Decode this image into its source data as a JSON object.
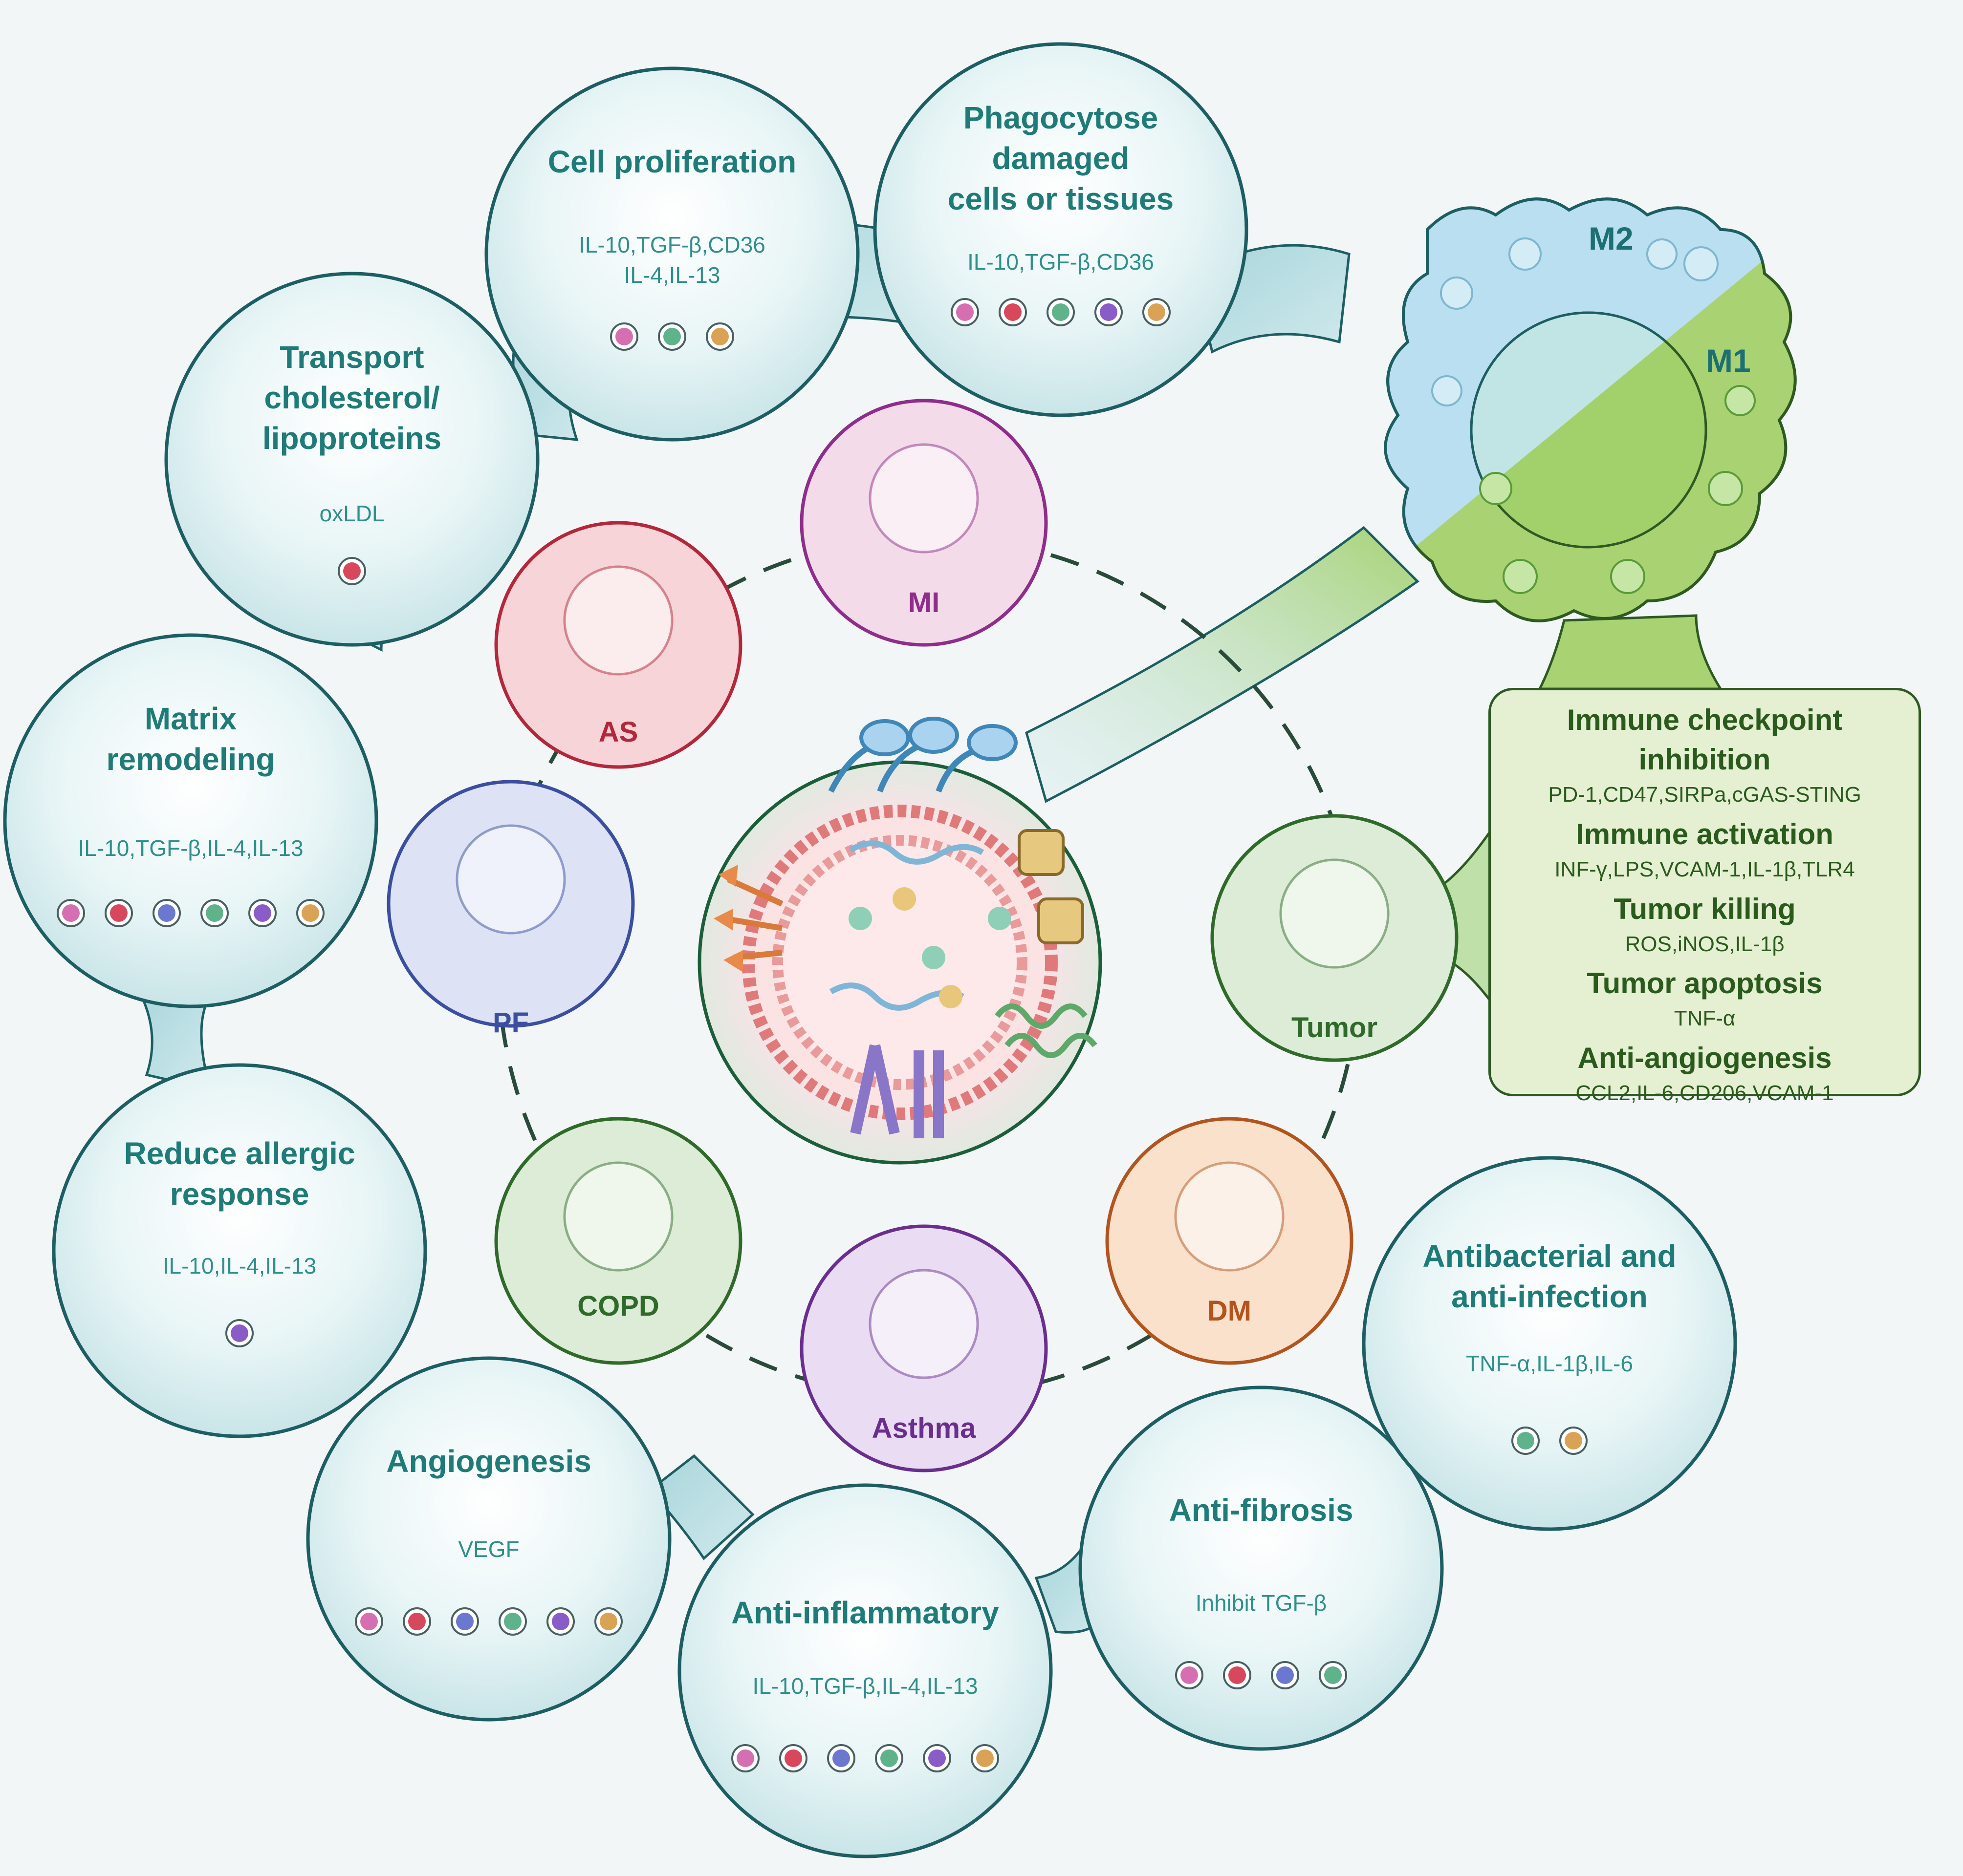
{
  "functions": [
    {
      "id": "cell-proliferation",
      "title": [
        "Cell proliferation"
      ],
      "markers": [
        "IL-10,TGF-β,CD36",
        "IL-4,IL-13"
      ],
      "dots": [
        "pink",
        "green",
        "orange"
      ]
    },
    {
      "id": "phagocytose",
      "title": [
        "Phagocytose",
        "damaged",
        "cells or tissues"
      ],
      "markers": [
        "IL-10,TGF-β,CD36"
      ],
      "dots": [
        "pink",
        "red",
        "green",
        "purple",
        "orange"
      ]
    },
    {
      "id": "transport-cholesterol",
      "title": [
        "Transport",
        "cholesterol/",
        "lipoproteins"
      ],
      "markers": [
        "oxLDL"
      ],
      "dots": [
        "red"
      ]
    },
    {
      "id": "matrix-remodeling",
      "title": [
        "Matrix",
        "remodeling"
      ],
      "markers": [
        "IL-10,TGF-β,IL-4,IL-13"
      ],
      "dots": [
        "pink",
        "red",
        "blue",
        "green",
        "purple",
        "orange"
      ]
    },
    {
      "id": "reduce-allergic",
      "title": [
        "Reduce allergic",
        "response"
      ],
      "markers": [
        "IL-10,IL-4,IL-13"
      ],
      "dots": [
        "purple"
      ]
    },
    {
      "id": "angiogenesis",
      "title": [
        "Angiogenesis"
      ],
      "markers": [
        "VEGF"
      ],
      "dots": [
        "pink",
        "red",
        "blue",
        "green",
        "purple",
        "orange"
      ]
    },
    {
      "id": "anti-inflammatory",
      "title": [
        "Anti-inflammatory"
      ],
      "markers": [
        "IL-10,TGF-β,IL-4,IL-13"
      ],
      "dots": [
        "pink",
        "red",
        "blue",
        "green",
        "purple",
        "orange"
      ]
    },
    {
      "id": "anti-fibrosis",
      "title": [
        "Anti-fibrosis"
      ],
      "markers": [
        "Inhibit TGF-β"
      ],
      "dots": [
        "pink",
        "red",
        "blue",
        "green"
      ]
    },
    {
      "id": "antibacterial",
      "title": [
        "Antibacterial and",
        "anti-infection"
      ],
      "markers": [
        "TNF-α,IL-1β,IL-6"
      ],
      "dots": [
        "green",
        "orange"
      ]
    }
  ],
  "diseases": [
    {
      "id": "mi",
      "label": "MI",
      "color": "#8e2d8a",
      "fill": "#f3dbe9"
    },
    {
      "id": "as",
      "label": "AS",
      "color": "#b2283a",
      "fill": "#f6d4d8"
    },
    {
      "id": "pf",
      "label": "PF",
      "color": "#3b4ea0",
      "fill": "#dde2f5"
    },
    {
      "id": "copd",
      "label": "COPD",
      "color": "#2f6a2a",
      "fill": "#dcecd6"
    },
    {
      "id": "asthma",
      "label": "Asthma",
      "color": "#6a2f8e",
      "fill": "#e9dcf3"
    },
    {
      "id": "dm",
      "label": "DM",
      "color": "#b2541d",
      "fill": "#f9e1cc"
    },
    {
      "id": "tumor",
      "label": "Tumor",
      "color": "#2f6a2a",
      "fill": "#dcecd6"
    }
  ],
  "macrophage": {
    "m2": "M2",
    "m1": "M1"
  },
  "side_box": [
    {
      "heading": "Immune checkpoint",
      "heading2": "inhibition",
      "markers": "PD-1,CD47,SIRPa,cGAS-STING"
    },
    {
      "heading": "Immune activation",
      "markers": "INF-γ,LPS,VCAM-1,IL-1β,TLR4"
    },
    {
      "heading": "Tumor killing",
      "markers": "ROS,iNOS,IL-1β"
    },
    {
      "heading": "Tumor apoptosis",
      "markers": "TNF-α"
    },
    {
      "heading": "Anti-angiogenesis",
      "markers": "CCL2,IL-6,CD206,VCAM-1"
    }
  ],
  "colors": {
    "pink": "#d66fb1",
    "red": "#d8485c",
    "blue": "#6a78cf",
    "green": "#5fb38a",
    "purple": "#8a5cc8",
    "orange": "#d9a255",
    "bubble_stroke": "#1d5e63",
    "bubble_fill": "#dff0f2",
    "m2_fill": "#b9dff0",
    "m1_fill": "#9fcf66"
  }
}
